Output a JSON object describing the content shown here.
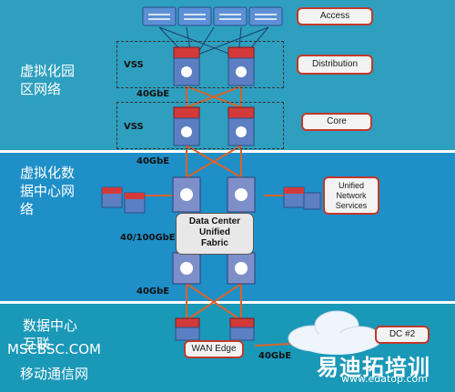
{
  "zones": {
    "campus": "虚拟化园\n区网络",
    "datacenter": "虚拟化数\n据中心网\n络",
    "interconnect": "数据中心\n互联"
  },
  "tiers": {
    "access": "Access",
    "distribution": "Distribution",
    "core": "Core",
    "unified_network_services": "Unified\nNetwork\nServices",
    "dc2": "DC #2",
    "wan_edge": "WAN Edge"
  },
  "vss": [
    "VSS",
    "VSS"
  ],
  "links": {
    "dist_core": "40GbE",
    "core_dc": "40GbE",
    "dc_fabric": "40/100GbE",
    "fabric_wan": "40GbE",
    "wan_cloud": "40GbE"
  },
  "fabric_label": "Data Center\nUnified\nFabric",
  "watermarks": {
    "left_site": "MSCBSC.COM",
    "left_cn": "移动通信网",
    "right_logo": "易迪拓培训",
    "right_url": "www.edatop.com"
  },
  "colors": {
    "link": "#d9632b",
    "tier_border": "#c0392b",
    "device_blue": "#5b7fc2",
    "device_red": "#d23a3a"
  }
}
